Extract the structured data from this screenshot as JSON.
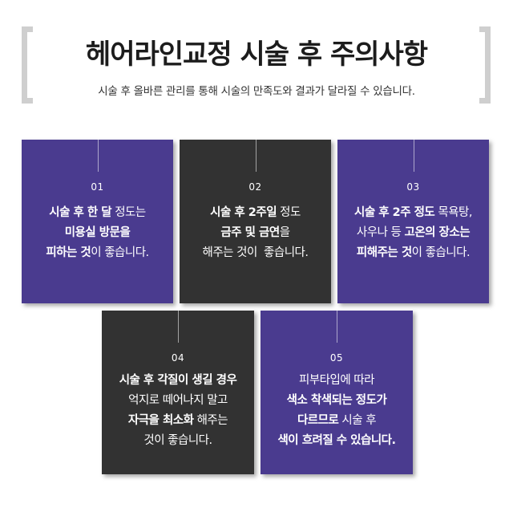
{
  "header": {
    "title": "헤어라인교정 시술 후 주의사항",
    "subtitle": "시술 후 올바른 관리를 통해 시술의 만족도와 결과가 달라질 수 있습니다."
  },
  "cards": [
    {
      "number": "01",
      "color": "#4a3b8f",
      "lines": [
        [
          {
            "text": "시술 후 한 달",
            "bold": true
          },
          {
            "text": " 정도는",
            "bold": false
          }
        ],
        [
          {
            "text": "미용실 방문을",
            "bold": true
          }
        ],
        [
          {
            "text": "피하는 것",
            "bold": true
          },
          {
            "text": "이 좋습니다.",
            "bold": false
          }
        ]
      ]
    },
    {
      "number": "02",
      "color": "#323232",
      "lines": [
        [
          {
            "text": "시술 후 2주일",
            "bold": true
          },
          {
            "text": " 정도",
            "bold": false
          }
        ],
        [
          {
            "text": "금주 및 금연",
            "bold": true
          },
          {
            "text": "을",
            "bold": false
          }
        ],
        [
          {
            "text": "해주는 것이  좋습니다.",
            "bold": false
          }
        ]
      ]
    },
    {
      "number": "03",
      "color": "#4a3b8f",
      "lines": [
        [
          {
            "text": "시술 후 2주 정도",
            "bold": true
          },
          {
            "text": " 목욕탕,",
            "bold": false
          }
        ],
        [
          {
            "text": "사우나 등 ",
            "bold": false
          },
          {
            "text": "고온의 장소는",
            "bold": true
          }
        ],
        [
          {
            "text": "피해주는 것",
            "bold": true
          },
          {
            "text": "이 좋습니다.",
            "bold": false
          }
        ]
      ]
    },
    {
      "number": "04",
      "color": "#323232",
      "lines": [
        [
          {
            "text": "시술 후 각질이 생길 경우",
            "bold": true
          }
        ],
        [
          {
            "text": "억지로 떼어나지 말고",
            "bold": false
          }
        ],
        [
          {
            "text": "자극을 최소화",
            "bold": true
          },
          {
            "text": " 해주는",
            "bold": false
          }
        ],
        [
          {
            "text": "것이 좋습니다.",
            "bold": false
          }
        ]
      ]
    },
    {
      "number": "05",
      "color": "#4a3b8f",
      "lines": [
        [
          {
            "text": "피부타입에 따라",
            "bold": false
          }
        ],
        [
          {
            "text": "색소 착색되는 정도가",
            "bold": true
          }
        ],
        [
          {
            "text": "다르므로",
            "bold": true
          },
          {
            "text": " 시술 후",
            "bold": false
          }
        ],
        [
          {
            "text": "색이 흐려질 수 있습니다.",
            "bold": true
          }
        ]
      ]
    }
  ]
}
